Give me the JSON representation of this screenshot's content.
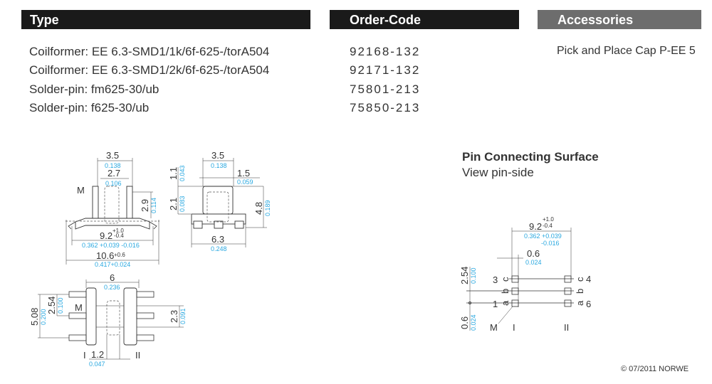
{
  "header": {
    "type": "Type",
    "order_code": "Order-Code",
    "accessories": "Accessories"
  },
  "colors": {
    "header_dark": "#1a1a1a",
    "header_gray": "#6d6d6d",
    "inch_dim": "#29a8e0"
  },
  "items": [
    {
      "type": "Coilformer:  EE 6.3-SMD1/1k/6f-625-/torA504",
      "code": "92168-132"
    },
    {
      "type": "Coilformer:  EE 6.3-SMD1/2k/6f-625-/torA504",
      "code": "92171-132"
    },
    {
      "type": "Solder-pin:  fm625-30/ub",
      "code": "75801-213"
    },
    {
      "type": "Solder-pin:  f625-30/ub",
      "code": "75850-213"
    }
  ],
  "accessory": "Pick and Place Cap P-EE 5",
  "pin_surface": {
    "title": "Pin Connecting Surface",
    "subtitle": "View pin-side"
  },
  "dims": {
    "front": {
      "w35": "3.5",
      "w35i": "0.138",
      "w27": "2.7",
      "w27i": "0.106",
      "h29": "2.9",
      "h29i": "0.114",
      "w92": "9.2",
      "w92tol_p": "+1.0",
      "w92tol_m": "-0.4",
      "w92i": "0.362 +0.039 -0.016",
      "w106": "10.6",
      "w106tol": "+0.6",
      "w106i": "0.417+0.024",
      "m": "M"
    },
    "side": {
      "w35": "3.5",
      "w35i": "0.138",
      "h11": "1.1",
      "h11i": "0.043",
      "w15": "1.5",
      "w15i": "0.059",
      "h21": "2.1",
      "h21i": "0.083",
      "h48": "4.8",
      "h48i": "0.189",
      "w63": "6.3",
      "w63i": "0.248"
    },
    "top": {
      "w6": "6",
      "w6i": "0.236",
      "h508": "5.08",
      "h508i": "0.200",
      "h254": "2.54",
      "h254i": "0.100",
      "h23": "2.3",
      "h23i": "0.091",
      "w12": "1.2",
      "w12i": "0.047",
      "m": "M",
      "I": "I",
      "II": "II"
    },
    "pins": {
      "w92": "9.2",
      "tol_p": "+1.0",
      "tol_m": "-0.4",
      "w92i": "0.362 +0.039",
      "w92i2": "-0.016",
      "w06": "0.6",
      "w06i": "0.024",
      "h254": "2.54",
      "h254i": "0.100",
      "h06": "0.6",
      "h06i": "0.024",
      "p3": "3",
      "p1": "1",
      "p4": "4",
      "p6": "6",
      "c": "c",
      "b": "b",
      "a": "a",
      "m": "M",
      "I": "I",
      "II": "II"
    }
  },
  "copyright": "© 07/2011 NORWE"
}
